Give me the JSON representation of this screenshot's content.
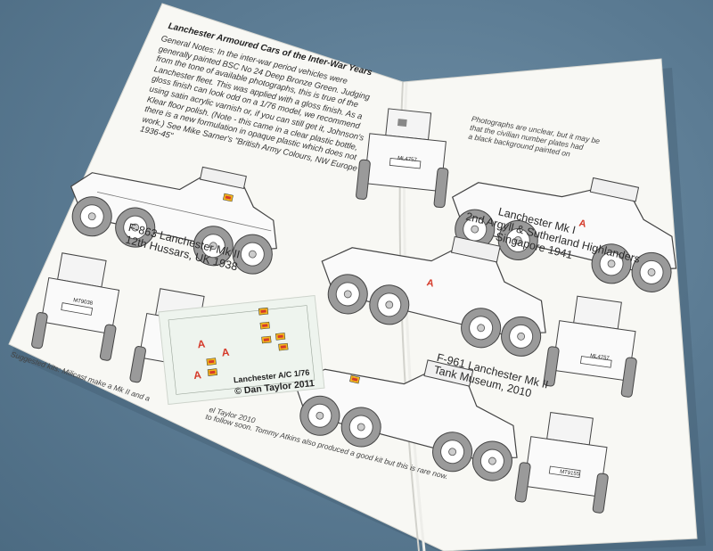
{
  "leaflet": {
    "heading": "Lanchester Armoured Cars of the Inter-War Years",
    "notes": [
      "General Notes: In the inter-war period vehicles were",
      "generally painted BSC No 24 Deep Bronze Green. Judging",
      "from the tone of available photographs, this is true of the",
      "Lanchester fleet. This was applied with a gloss finish. As a",
      "gloss finish can look odd on a 1/76 model, we recommend",
      "using satin acrylic varnish or, if you can still get it, Johnson's",
      "Klear floor polish. (Note - this came in a clear plastic bottle,",
      "there is a new formulation in opaque plastic which does not",
      "work.) See Mike Sarner's \"British Army Colours, NW Europe",
      "1936-45\""
    ],
    "right_top_notes": [
      "Photographs are unclear, but it may be",
      "that the civilian number plates had",
      "a black background painted on"
    ],
    "captions": {
      "f863": [
        "F-863 Lanchester Mk II",
        "12th Hussars, UK 1938"
      ],
      "mk1": [
        "Lanchester Mk I",
        "2nd Argyll & Sutherland Highlanders",
        "Singapore 1941"
      ],
      "f961": [
        "F-961 Lanchester Mk II",
        "Tank Museum, 2010"
      ]
    },
    "plates": {
      "front_left": "MT9038",
      "rear_right": "ML4757",
      "top_center": "ML4757",
      "front_right": "MT9155"
    },
    "suggested_kits_line1": "Suggested kits: Milicast make a Mk II and a",
    "suggested_kits_line2": "to follow soon. Tommy Atkins also produced a good kit but this is rare now.",
    "partial_taylor": "el Taylor 2010"
  },
  "decal_sheet": {
    "title": "Lanchester A/C  1/76",
    "copyright": "© Dan Taylor 2011",
    "marking_letter": "A"
  },
  "colors": {
    "background": "#5a7a92",
    "paper": "#f7f7f3",
    "decal_paper": "#e9f1e8",
    "marking_red": "#d53a2a",
    "marking_yellow": "#f2b51c",
    "wheel_grey": "#9a9a9a"
  }
}
